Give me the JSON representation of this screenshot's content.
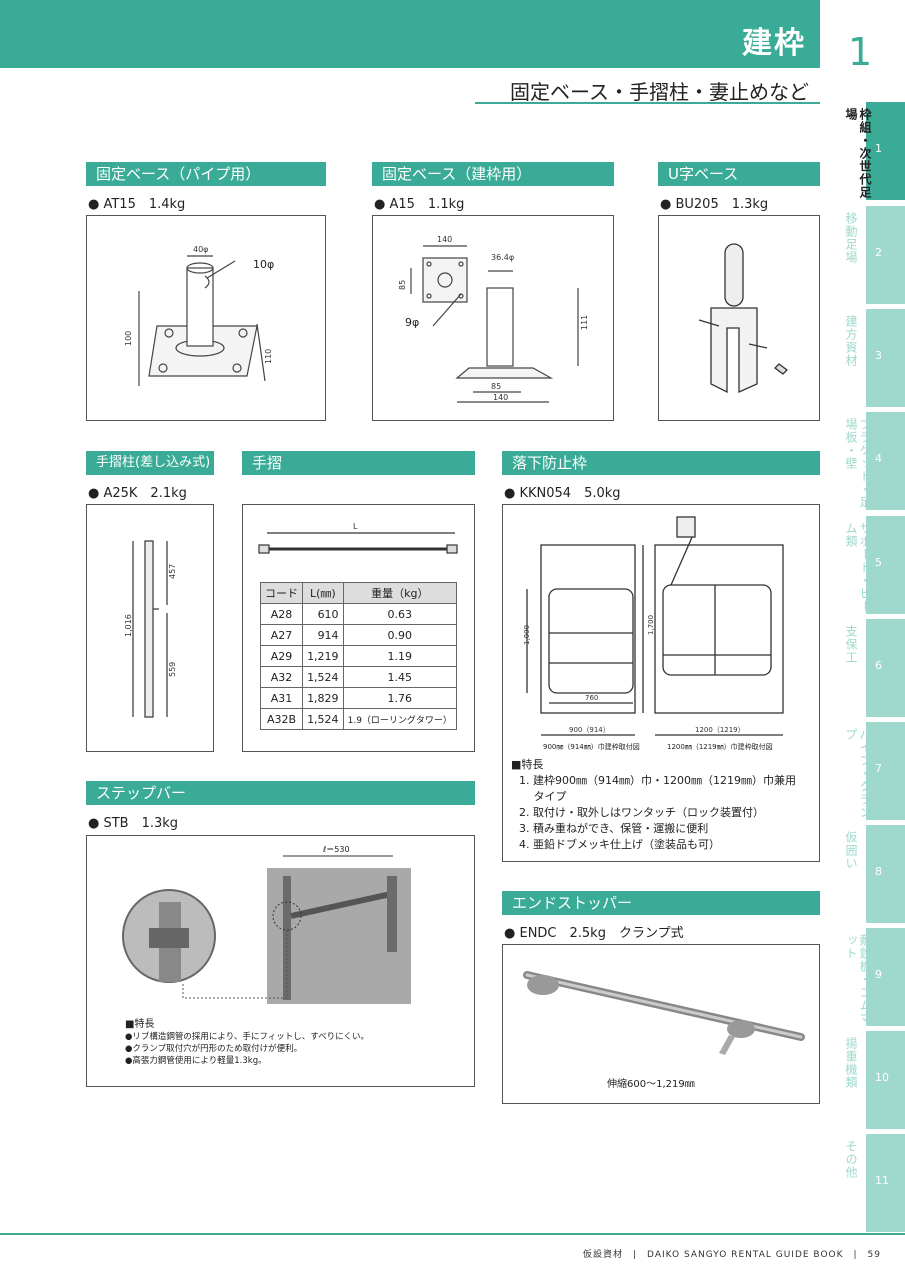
{
  "header": {
    "title": "建枠",
    "subtitle": "固定ベース・手摺柱・妻止めなど",
    "chapter": "1"
  },
  "sidebar": [
    {
      "label": "枠組・次世代足場",
      "num": "1"
    },
    {
      "label": "移動足場",
      "num": "2"
    },
    {
      "label": "建方資材",
      "num": "3"
    },
    {
      "label": "ブラケット・足場板・壁",
      "num": "4"
    },
    {
      "label": "サポート・ビーム類",
      "num": "5"
    },
    {
      "label": "支保工",
      "num": "6"
    },
    {
      "label": "パイプ・クランプ",
      "num": "7"
    },
    {
      "label": "仮囲い",
      "num": "8"
    },
    {
      "label": "敷鉄板・ゴムマット",
      "num": "9"
    },
    {
      "label": "揚重機類",
      "num": "10"
    },
    {
      "label": "その他",
      "num": "11"
    }
  ],
  "products": {
    "at15": {
      "title": "固定ベース（パイプ用）",
      "item": "● AT15　1.4kg",
      "d40": "40φ",
      "d10": "10φ",
      "d100": "100",
      "d110": "110"
    },
    "a15": {
      "title": "固定ベース（建枠用）",
      "item": "● A15　1.1kg",
      "d140": "140",
      "d364": "36.4φ",
      "d85": "85",
      "d9": "9φ",
      "d111": "111",
      "d85b": "85",
      "d140b": "140"
    },
    "bu205": {
      "title": "U字ベース",
      "item": "● BU205　1.3kg"
    },
    "a25k": {
      "title": "手摺柱(差し込み式)",
      "item": "● A25K　2.1kg",
      "d1016": "1,016",
      "d457": "457",
      "d559": "559"
    },
    "handrail": {
      "title": "手摺",
      "dimL": "L",
      "columns": [
        "コード",
        "L(㎜)",
        "重量（kg）"
      ],
      "rows": [
        [
          "A28",
          "610",
          "0.63"
        ],
        [
          "A27",
          "914",
          "0.90"
        ],
        [
          "A29",
          "1,219",
          "1.19"
        ],
        [
          "A32",
          "1,524",
          "1.45"
        ],
        [
          "A31",
          "1,829",
          "1.76"
        ],
        [
          "A32B",
          "1,524",
          "1.9（ローリングタワー）"
        ]
      ]
    },
    "kkn054": {
      "title": "落下防止枠",
      "item": "● KKN054　5.0kg",
      "d1000": "1,000",
      "d760": "760",
      "d900": "900（914）",
      "d1700": "1,700",
      "d1200": "1200（1219）",
      "cap1": "900㎜（914㎜）巾建枠取付図",
      "cap2": "1200㎜（1219㎜）巾建枠取付図",
      "features_title": "■特長",
      "features": [
        "1. 建枠900㎜（914㎜）巾・1200㎜（1219㎜）巾兼用",
        "　 タイプ",
        "2. 取付け・取外しはワンタッチ（ロック装置付）",
        "3. 積み重ねができ、保管・運搬に便利",
        "4. 亜鉛ドブメッキ仕上げ（塗装品も可）"
      ]
    },
    "stb": {
      "title": "ステップバー",
      "item": "● STB　1.3kg",
      "dim": "ℓ＝530",
      "features_title": "■特長",
      "features": [
        "●リブ構造鋼管の採用により、手にフィットし、すべりにくい。",
        "●クランプ取付穴が円形のため取付けが便利。",
        "●高張力鋼管使用により軽量1.3kg。"
      ]
    },
    "endc": {
      "title": "エンドストッパー",
      "item": "● ENDC　2.5kg　クランプ式",
      "caption": "伸縮600～1,219㎜"
    }
  },
  "footer": {
    "text": "仮設資材　|　DAIKO SANGYO RENTAL GUIDE BOOK　|　59"
  }
}
